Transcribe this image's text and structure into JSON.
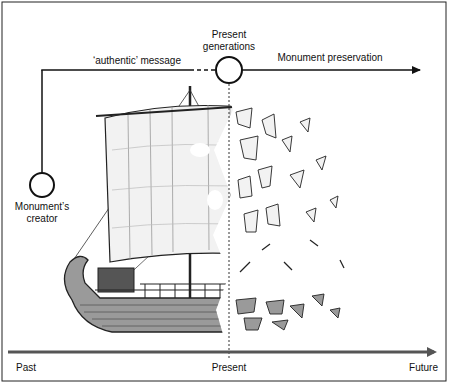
{
  "diagram": {
    "nodes": [
      {
        "text": [
          "Monument’s creator"
        ]
      },
      {
        "text": [
          "Present generations"
        ]
      }
    ],
    "edges": [
      {
        "from": 0,
        "to": 1,
        "arrow": "none",
        "label": "‘authentic’ message"
      }
    ],
    "labels": [
      "Monument preservation",
      "Past",
      "Present",
      "Future"
    ]
  }
}
